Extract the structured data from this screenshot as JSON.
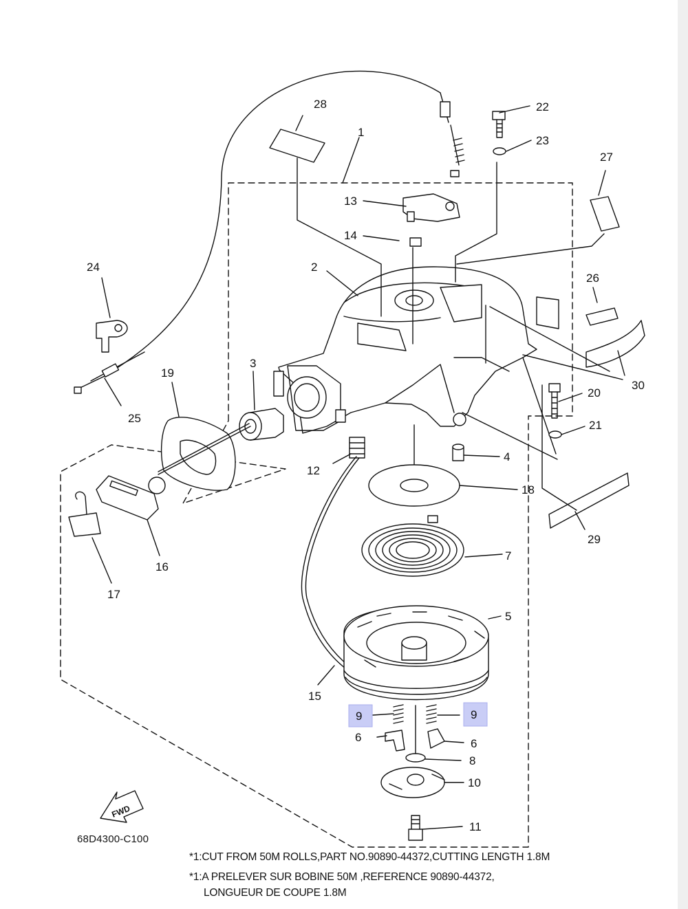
{
  "callouts": {
    "c1": "1",
    "c2": "2",
    "c3": "3",
    "c4": "4",
    "c5": "5",
    "c6a": "6",
    "c6b": "6",
    "c7": "7",
    "c8": "8",
    "c9a": "9",
    "c9b": "9",
    "c10": "10",
    "c11": "11",
    "c12": "12",
    "c13": "13",
    "c14": "14",
    "c15": "15",
    "c16": "16",
    "c17": "17",
    "c18": "18",
    "c19": "19",
    "c20": "20",
    "c21": "21",
    "c22": "22",
    "c23": "23",
    "c24": "24",
    "c25": "25",
    "c26": "26",
    "c27": "27",
    "c28": "28",
    "c29": "29",
    "c30": "30"
  },
  "fwd_label": "FWD",
  "drawing_code": "68D4300-C100",
  "notes": {
    "en": "*1:CUT FROM 50M ROLLS,PART NO.90890-44372,CUTTING LENGTH 1.8M",
    "fr_line1": "*1:A PRELEVER SUR BOBINE 50M ,REFERENCE 90890-44372,",
    "fr_line2": "LONGUEUR DE COUPE 1.8M"
  },
  "colors": {
    "highlight_fill": "#c9cdf6",
    "highlight_stroke": "#a9aeee",
    "ink": "#111111"
  }
}
